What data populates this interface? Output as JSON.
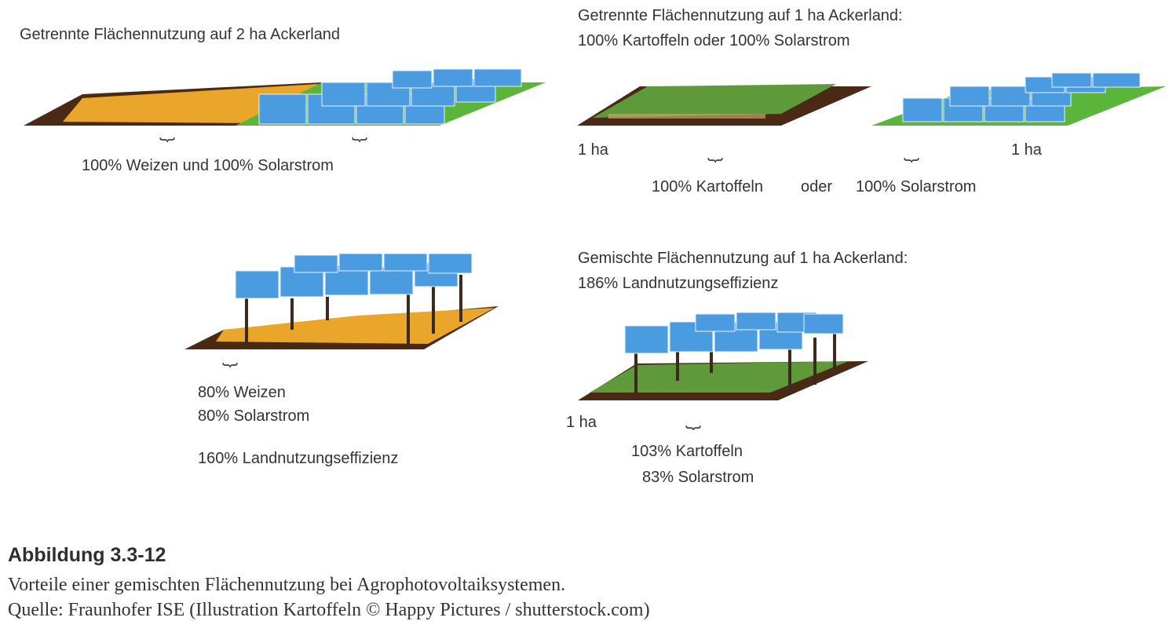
{
  "panels": {
    "separate_2ha": {
      "title": "Getrennte Flächennutzung auf 2 ha Ackerland",
      "caption": "100% Weizen und 100% Solarstrom"
    },
    "separate_1ha": {
      "title_line1": "Getrennte Flächennutzung auf 1 ha Ackerland:",
      "title_line2": "100% Kartoffeln oder 100% Solarstrom",
      "area_left": "1 ha",
      "area_right": "1 ha",
      "caption_left": "100% Kartoffeln",
      "caption_or": "oder",
      "caption_right": "100% Solarstrom"
    },
    "mixed_wheat": {
      "line1": "80% Weizen",
      "line2": "80% Solarstrom",
      "line3": "160% Landnutzungseffizienz"
    },
    "mixed_potato": {
      "title_line1": "Gemischte Flächennutzung auf 1 ha Ackerland:",
      "title_line2": "186% Landnutzungseffizienz",
      "area": "1 ha",
      "line1": "103% Kartoffeln",
      "line2": "83% Solarstrom"
    }
  },
  "figure": {
    "label": "Abbildung 3.3-12",
    "description": "Vorteile einer gemischten Flächennutzung bei Agrophotovoltaiksystemen.",
    "source": "Quelle: Fraunhofer ISE (Illustration Kartoffeln © Happy Pictures / shutterstock.com)"
  },
  "colors": {
    "wheat": "#e9a62a",
    "soil": "#4a2a14",
    "grass": "#5bb53a",
    "panel": "#3f8fd8",
    "pole": "#3a2a20"
  }
}
